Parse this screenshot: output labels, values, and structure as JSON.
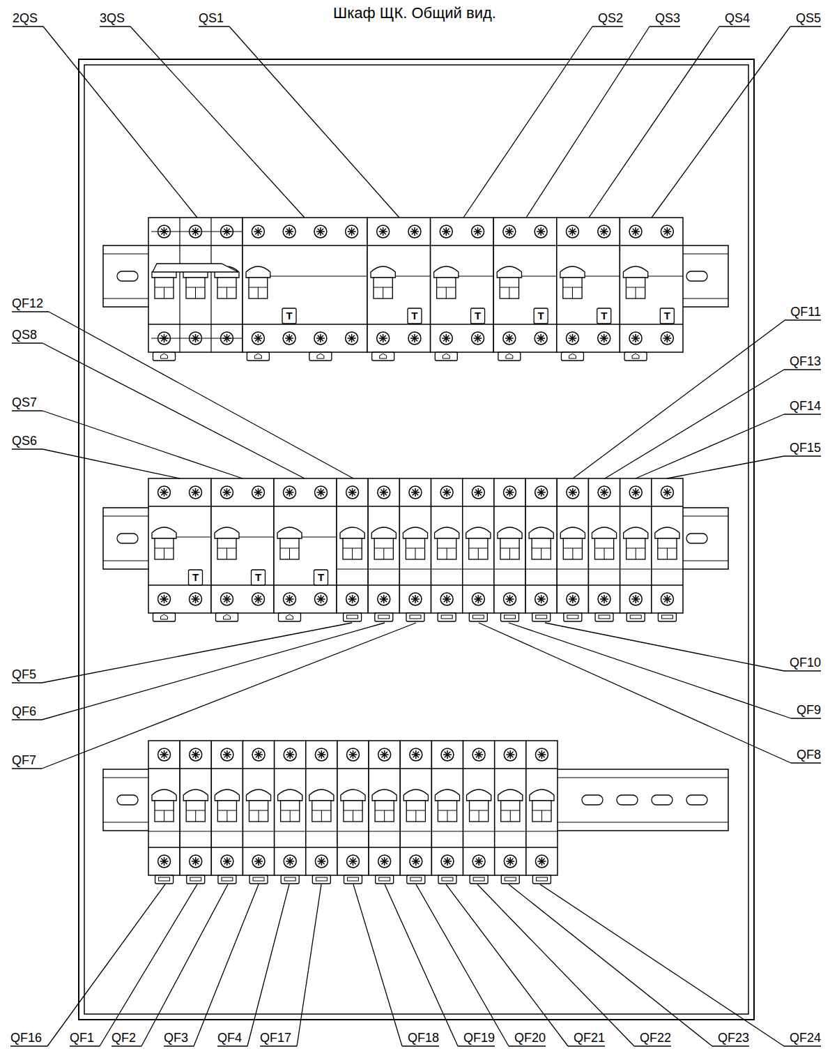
{
  "diagram": {
    "title": "Шкаф ЩК. Общий вид.",
    "labels": [
      "2QS",
      "3QS",
      "QS1",
      "QS2",
      "QS3",
      "QS4",
      "QS5",
      "T",
      "T",
      "T",
      "T",
      "T",
      "T",
      "QF12",
      "QS8",
      "QS7",
      "QS6",
      "QF11",
      "QF13",
      "QF14",
      "QF15",
      "T",
      "T",
      "T",
      "QF5",
      "QF6",
      "QF7",
      "QF10",
      "QF9",
      "QF8",
      "QF16",
      "QF1",
      "QF2",
      "QF3",
      "QF4",
      "QF17",
      "QF18",
      "QF19",
      "QF20",
      "QF21",
      "QF22",
      "QF23",
      "QF24"
    ]
  }
}
